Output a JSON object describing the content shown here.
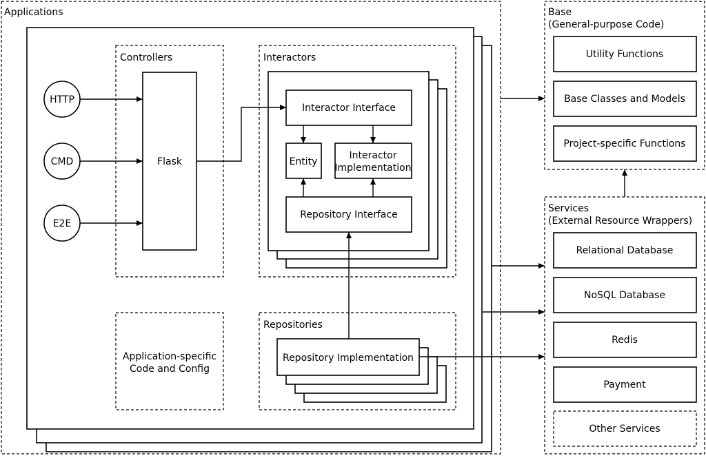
{
  "groups": {
    "applications": "Applications",
    "controllers": "Controllers",
    "interactors": "Interactors",
    "repositories": "Repositories",
    "app_specific": [
      "Application-specific",
      "Code and Config"
    ],
    "base": [
      "Base",
      "(General-purpose Code)"
    ],
    "services": [
      "Services",
      "(External Resource Wrappers)"
    ]
  },
  "inputs": [
    "HTTP",
    "CMD",
    "E2E"
  ],
  "nodes": {
    "flask": "Flask",
    "interactor_interface": "Interactor Interface",
    "entity": "Entity",
    "interactor_impl": [
      "Interactor",
      "Implementation"
    ],
    "repository_interface": "Repository Interface",
    "repository_impl": "Repository Implementation"
  },
  "base_items": [
    "Utility Functions",
    "Base Classes and Models",
    "Project-specific Functions"
  ],
  "service_items": [
    "Relational Database",
    "NoSQL Database",
    "Redis",
    "Payment",
    "Other Services"
  ]
}
